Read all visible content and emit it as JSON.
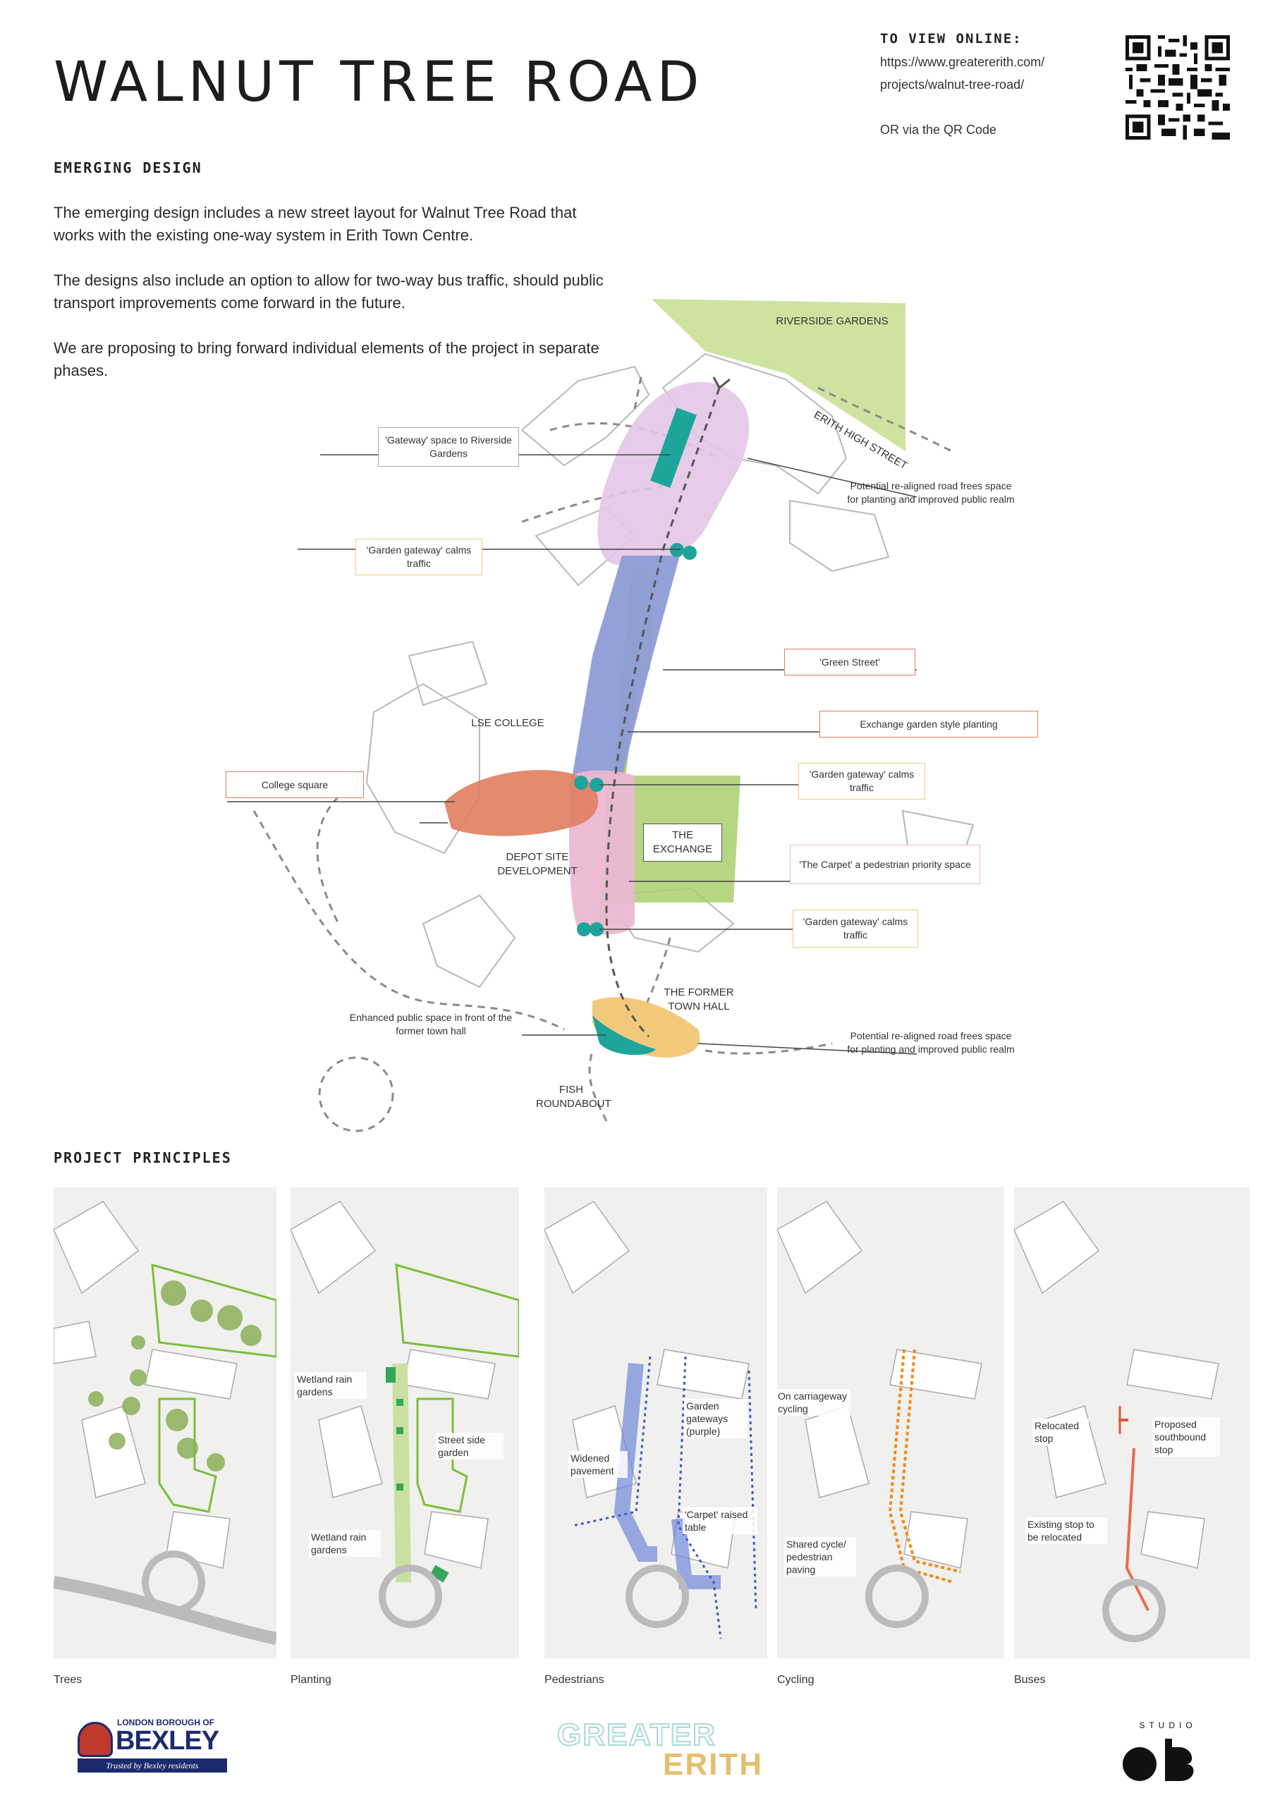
{
  "header": {
    "title": "WALNUT TREE ROAD",
    "online_heading": "TO VIEW ONLINE:",
    "online_url_line1": "https://www.greatererith.com/",
    "online_url_line2": "projects/walnut-tree-road/",
    "online_qr_note": "OR via the QR Code"
  },
  "emerging": {
    "heading": "EMERGING DESIGN",
    "paragraphs": [
      "The emerging design includes a new street layout for Walnut Tree Road that works with the existing one-way system in Erith Town Centre.",
      "The designs also include an option to allow for two-way bus traffic, should public transport improvements come forward in the future.",
      "We are proposing to bring forward individual elements of the project in separate phases."
    ]
  },
  "main_map": {
    "place_labels": {
      "riverside_gardens": "RIVERSIDE GARDENS",
      "erith_high_street": "ERITH HIGH STREET",
      "lse_college": "LSE COLLEGE",
      "the_exchange": "THE EXCHANGE",
      "depot_site": "DEPOT SITE DEVELOPMENT",
      "former_town_hall": "THE FORMER TOWN HALL",
      "fish_roundabout": "FISH ROUNDABOUT"
    },
    "callouts": {
      "gateway_riverside": "'Gateway' space to Riverside Gardens",
      "garden_gateway_top": "'Garden gateway' calms traffic",
      "realigned_top": "Potential re-aligned road frees space for planting and improved public realm",
      "green_street": "'Green Street'",
      "exchange_planting": "Exchange garden style planting",
      "college_square": "College square",
      "garden_gateway_mid": "'Garden gateway' calms traffic",
      "the_carpet": "'The Carpet' a pedestrian priority space",
      "garden_gateway_bottom": "'Garden gateway' calms traffic",
      "enhanced_public_space": "Enhanced public space in front of the former town hall",
      "realigned_bottom": "Potential re-aligned road frees space for planting and improved public realm"
    }
  },
  "principles": {
    "heading": "PROJECT PRINCIPLES",
    "panels": [
      {
        "caption": "Trees",
        "labels": []
      },
      {
        "caption": "Planting",
        "labels": [
          "Wetland rain gardens",
          "Street side garden",
          "Wetland rain gardens"
        ]
      },
      {
        "caption": "Pedestrians",
        "labels": [
          "Garden gateways (purple)",
          "Widened pavement",
          "'Carpet' raised table"
        ]
      },
      {
        "caption": "Cycling",
        "labels": [
          "On carriageway cycling",
          "Shared cycle/ pedestrian paving"
        ]
      },
      {
        "caption": "Buses",
        "labels": [
          "Relocated stop",
          "Proposed southbound stop",
          "Existing stop to be relocated"
        ]
      }
    ]
  },
  "footer": {
    "bexley_top": "LONDON BOROUGH OF",
    "bexley_name": "BEXLEY",
    "bexley_tagline": "Trusted by Bexley residents",
    "greater": "GREATER",
    "erith": "ERITH",
    "studio": "STUDIO"
  },
  "colors": {
    "pink_purple": "#e3c6e6",
    "blue_purple": "#8e9bd6",
    "pink": "#eab8d2",
    "green": "#a9cf6e",
    "light_green": "#cfe3a0",
    "orange_red": "#e07d5f",
    "yellow": "#f2c97a",
    "teal": "#1ea59b",
    "ped_blue": "#3f59c9",
    "cycle_orange": "#f08a1c",
    "bus_red": "#e2562f",
    "greater_teal": "#a8d9d9",
    "erith_gold": "#e4bf6d",
    "bexley_navy": "#1c2b6e"
  }
}
